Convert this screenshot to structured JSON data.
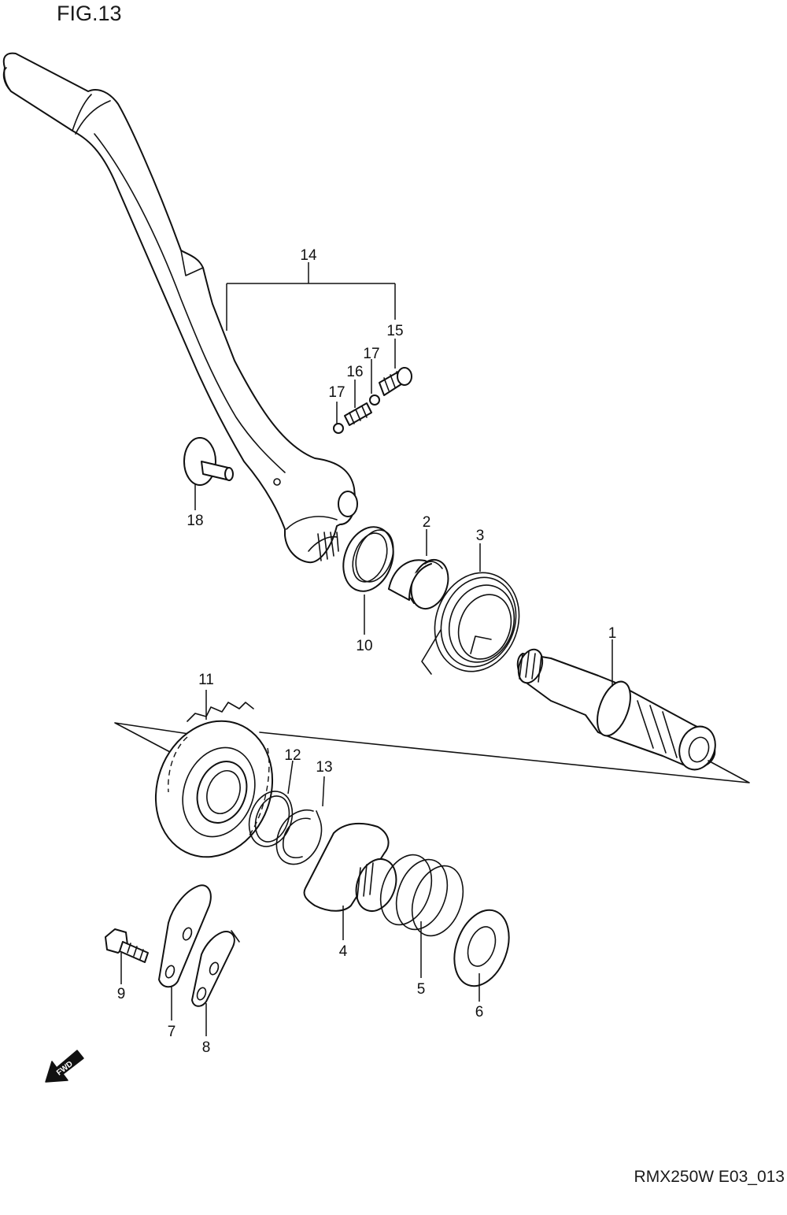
{
  "figure": {
    "title": "FIG.13",
    "code": "RMX250W E03_013"
  },
  "callouts": [
    {
      "id": "c1",
      "label": "1"
    },
    {
      "id": "c2",
      "label": "2"
    },
    {
      "id": "c3",
      "label": "3"
    },
    {
      "id": "c4",
      "label": "4"
    },
    {
      "id": "c5",
      "label": "5"
    },
    {
      "id": "c6",
      "label": "6"
    },
    {
      "id": "c7",
      "label": "7"
    },
    {
      "id": "c8",
      "label": "8"
    },
    {
      "id": "c9",
      "label": "9"
    },
    {
      "id": "c10",
      "label": "10"
    },
    {
      "id": "c11",
      "label": "11"
    },
    {
      "id": "c12",
      "label": "12"
    },
    {
      "id": "c13",
      "label": "13"
    },
    {
      "id": "c14",
      "label": "14"
    },
    {
      "id": "c15",
      "label": "15"
    },
    {
      "id": "c16",
      "label": "16"
    },
    {
      "id": "c17a",
      "label": "17"
    },
    {
      "id": "c17b",
      "label": "17"
    },
    {
      "id": "c18",
      "label": "18"
    }
  ],
  "fwd_arrow": {
    "label": "FWD",
    "icon": "fwd-arrow-icon"
  }
}
